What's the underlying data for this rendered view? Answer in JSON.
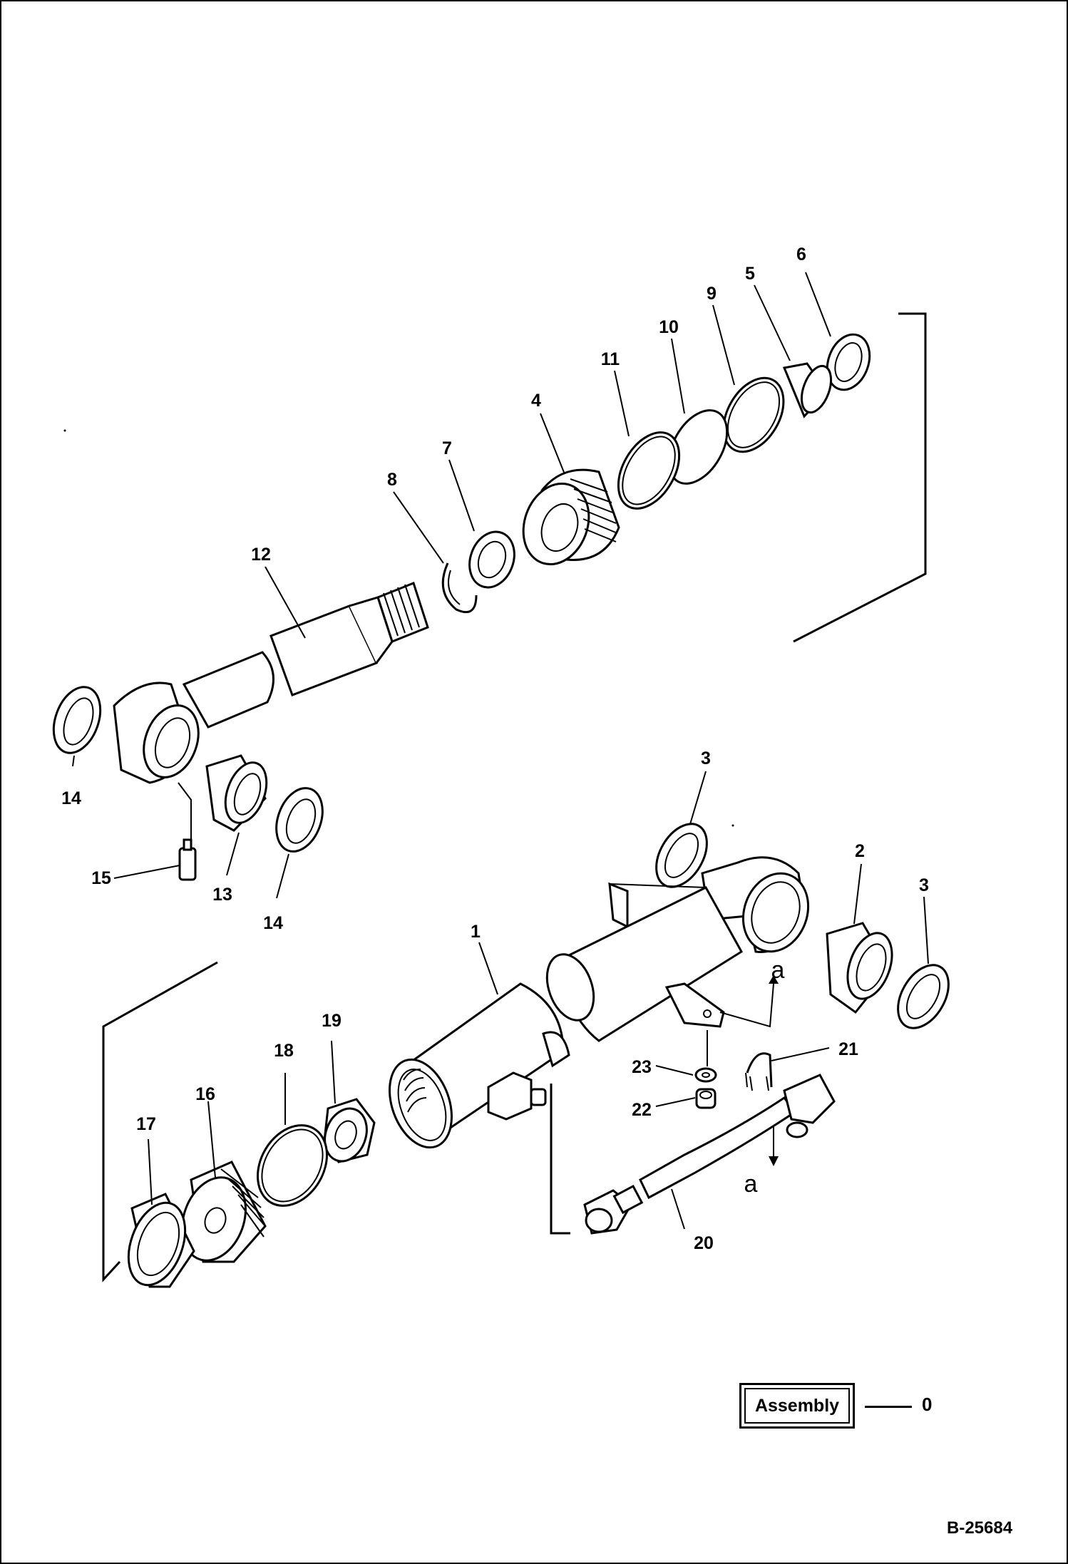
{
  "callouts": [
    "1",
    "2",
    "3",
    "3",
    "4",
    "5",
    "6",
    "7",
    "8",
    "9",
    "10",
    "11",
    "12",
    "13",
    "14",
    "14",
    "15",
    "16",
    "17",
    "18",
    "19",
    "20",
    "21",
    "22",
    "23"
  ],
  "section_marks": [
    "a",
    "a"
  ],
  "assembly": {
    "label": "Assembly",
    "number": "0"
  },
  "drawing_number": "B-25684"
}
